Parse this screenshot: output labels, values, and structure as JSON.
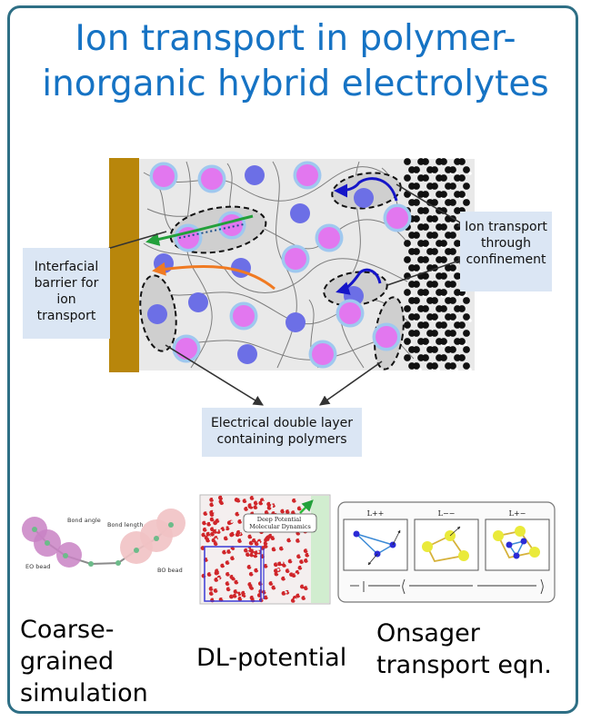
{
  "title": {
    "line1": "Ion transport in polymer-",
    "line2": "inorganic hybrid electrolytes"
  },
  "callouts": {
    "interfacial": "Interfacial barrier for ion transport",
    "confinement": "Ion transport through confinement",
    "double_layer": "Electrical double layer containing polymers"
  },
  "panels": {
    "coarse_grained": {
      "caption": "Coarse-grained simulation",
      "labels": {
        "bond_angle": "Bond angle",
        "bond_length": "Bond length",
        "eo_bead": "EO bead",
        "bo_bead": "BO bead"
      }
    },
    "dl_potential": {
      "caption": "DL-potential",
      "inset_label": "Deep Potential Molecular Dynamics"
    },
    "onsager": {
      "caption": "Onsager transport eqn.",
      "panel_labels": [
        "L++",
        "L−−",
        "L+−"
      ]
    }
  },
  "colors": {
    "title": "#1673c4",
    "frame": "#2e6f85",
    "callout_bg": "#dbe6f4",
    "electrode": "#b8860b",
    "cation": "#e277ef",
    "anion": "#6c6fe6",
    "solvation_shell": "#9fc8ef",
    "polymer": "#7d7d7d",
    "green_arrow": "#22a03a",
    "orange_arrow": "#f07a22",
    "blue_arrow": "#1515c8"
  },
  "icons": [
    "cation-icon",
    "anion-icon",
    "electrode-icon",
    "inorganic-lattice-icon"
  ]
}
